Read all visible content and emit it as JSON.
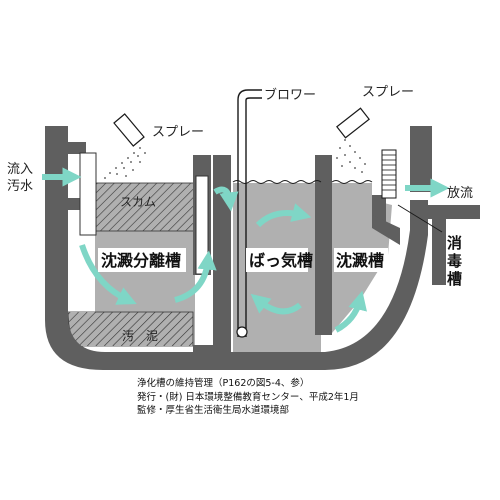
{
  "labels": {
    "inflow_1": "流入",
    "inflow_2": "汚水",
    "spray_left": "スプレー",
    "blower": "ブロワー",
    "spray_right": "スプレー",
    "discharge": "放流",
    "scum": "スカム",
    "sludge": "汚　泥",
    "disinfect_1": "消",
    "disinfect_2": "毒",
    "disinfect_3": "槽"
  },
  "tanks": {
    "separation": "沈澱分離槽",
    "aeration": "ばっ気槽",
    "settling": "沈澱槽"
  },
  "caption": {
    "line1": "浄化槽の維持管理（P162の図5-4、参）",
    "line2": "発行・(財) 日本環境整備教育センター、平成2年1月",
    "line3": "監修・厚生省生活衛生局水道環境部"
  },
  "colors": {
    "wall": "#5f5f5f",
    "water": "#b0b0b0",
    "arrow": "#7fd6c6",
    "line": "#1a1a1a"
  }
}
